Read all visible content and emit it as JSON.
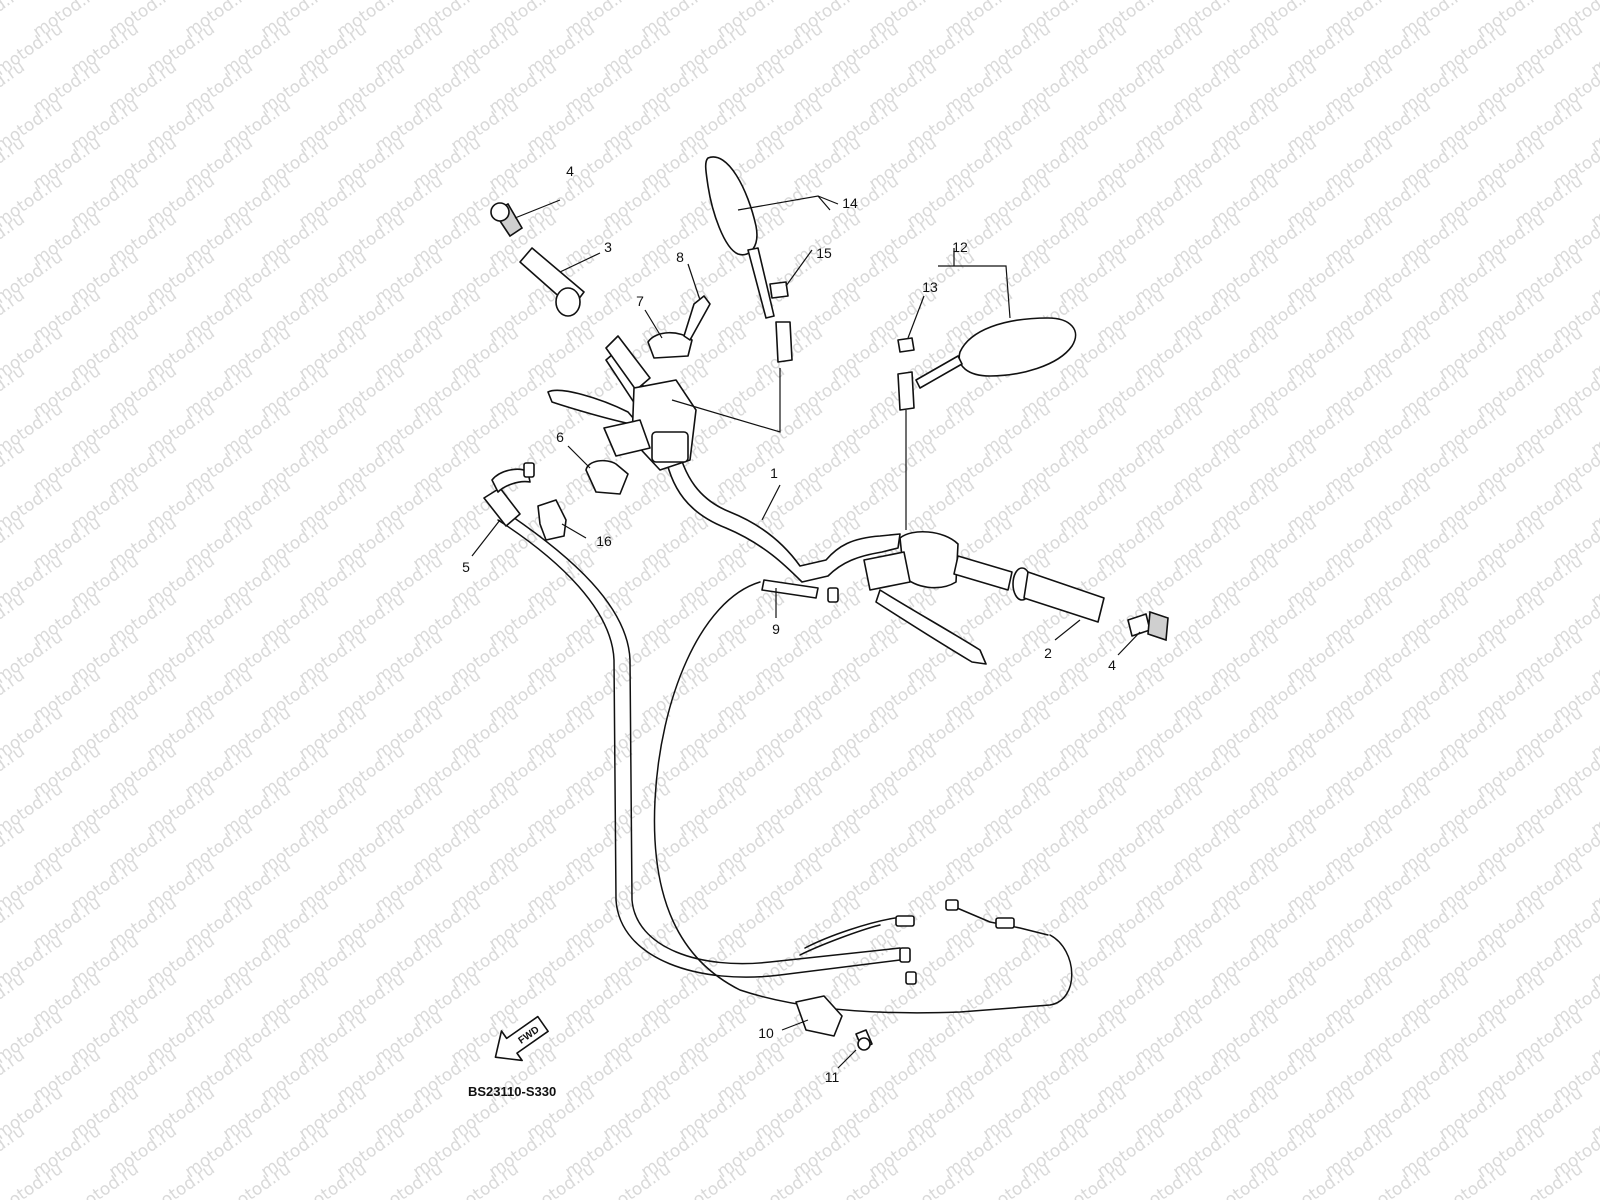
{
  "watermark": {
    "text": "motod.ru"
  },
  "drawing_code": "BS23110-S330",
  "direction_arrow": {
    "label": "FWD"
  },
  "callouts": [
    {
      "id": "1",
      "label": "1"
    },
    {
      "id": "2",
      "label": "2"
    },
    {
      "id": "3",
      "label": "3"
    },
    {
      "id": "4a",
      "label": "4"
    },
    {
      "id": "4b",
      "label": "4"
    },
    {
      "id": "5",
      "label": "5"
    },
    {
      "id": "6",
      "label": "6"
    },
    {
      "id": "7",
      "label": "7"
    },
    {
      "id": "8",
      "label": "8"
    },
    {
      "id": "9",
      "label": "9"
    },
    {
      "id": "10",
      "label": "10"
    },
    {
      "id": "11",
      "label": "11"
    },
    {
      "id": "12",
      "label": "12"
    },
    {
      "id": "13",
      "label": "13"
    },
    {
      "id": "14",
      "label": "14"
    },
    {
      "id": "15",
      "label": "15"
    },
    {
      "id": "16",
      "label": "16"
    }
  ],
  "colors": {
    "line": "#111111",
    "background": "#ffffff",
    "watermark": "#d9d9d9"
  }
}
